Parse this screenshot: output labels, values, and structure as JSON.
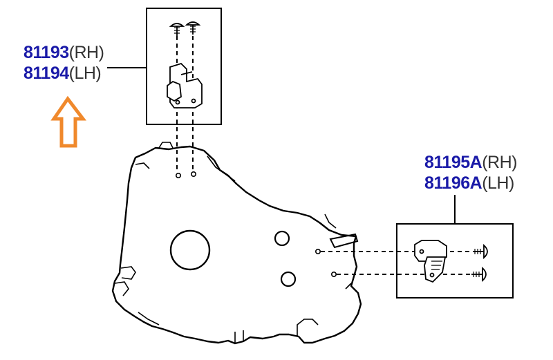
{
  "colors": {
    "part_number": "#1a1aa8",
    "side_text": "#333333",
    "arrow": "#f0892c",
    "line": "#000000"
  },
  "callouts": [
    {
      "part": "81193",
      "side": "(RH)"
    },
    {
      "part": "81194",
      "side": "(LH)"
    },
    {
      "part": "81195A",
      "side": "(RH)"
    },
    {
      "part": "81196A",
      "side": "(LH)"
    }
  ],
  "icons": {
    "direction": "up-arrow-icon",
    "fastener": "screw-icon"
  }
}
